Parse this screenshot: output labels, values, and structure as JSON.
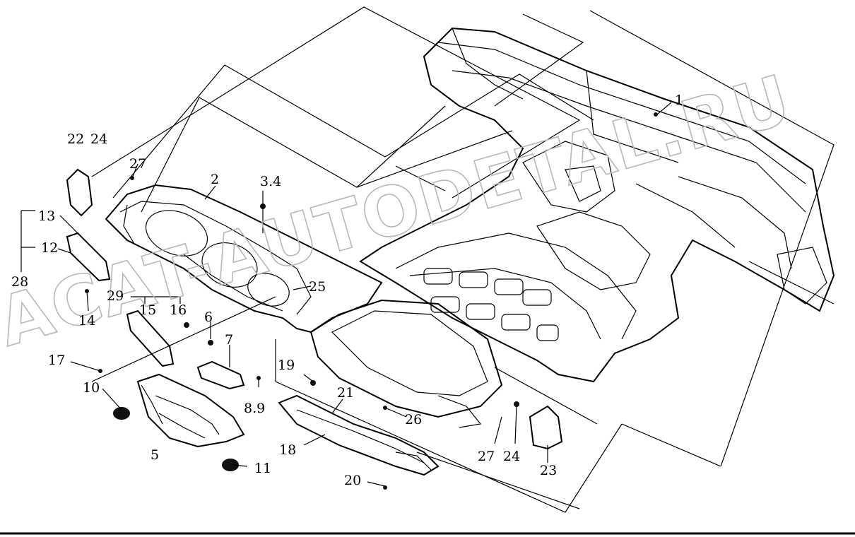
{
  "watermark": "ACAT-AUTODETAL.RU",
  "callouts": {
    "c1": "1",
    "c2": "2",
    "c3_4": "3.4",
    "c5": "5",
    "c6": "6",
    "c7": "7",
    "c8_9": "8.9",
    "c10": "10",
    "c11": "11",
    "c12": "12",
    "c13": "13",
    "c14": "14",
    "c15": "15",
    "c16": "16",
    "c17": "17",
    "c18": "18",
    "c19": "19",
    "c20": "20",
    "c21": "21",
    "c22": "22",
    "c23": "23",
    "c24_top": "24",
    "c24_bottom": "24",
    "c25": "25",
    "c26": "26",
    "c27_top": "27",
    "c27_bottom": "27",
    "c28": "28",
    "c29": "29"
  }
}
